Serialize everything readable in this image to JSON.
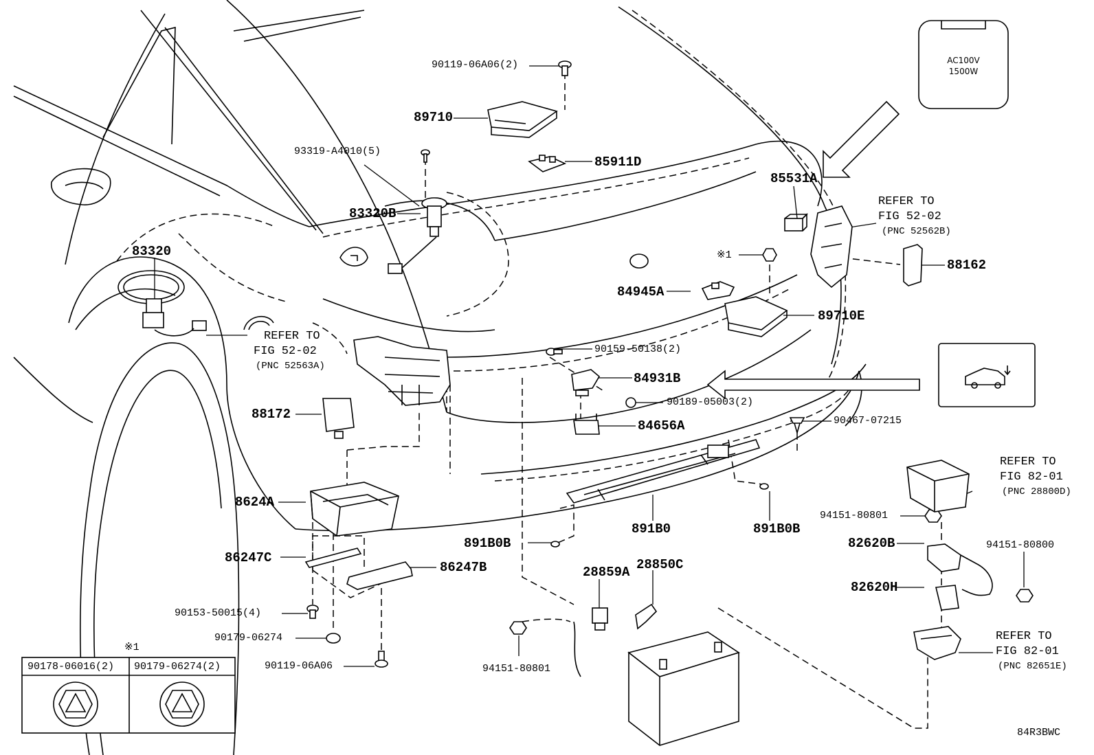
{
  "diagram": {
    "id": "84R3BWC",
    "inset_note_symbol": "※1",
    "part_labels": [
      {
        "key": "p1",
        "text": "90119-06A06(2)"
      },
      {
        "key": "p2",
        "text": "89710"
      },
      {
        "key": "p3",
        "text": "93319-A4010(5)"
      },
      {
        "key": "p4",
        "text": "85911D"
      },
      {
        "key": "p5",
        "text": "83320B"
      },
      {
        "key": "p6",
        "text": "85531A"
      },
      {
        "key": "p7",
        "text": "83320"
      },
      {
        "key": "p8",
        "text": "※1"
      },
      {
        "key": "p9",
        "text": "88162"
      },
      {
        "key": "p10",
        "text": "84945A"
      },
      {
        "key": "p11",
        "text": "89710E"
      },
      {
        "key": "p12",
        "text": "90159-50138(2)"
      },
      {
        "key": "p13",
        "text": "84931B"
      },
      {
        "key": "p14",
        "text": "90189-05003(2)"
      },
      {
        "key": "p15",
        "text": "88172"
      },
      {
        "key": "p16",
        "text": "84656A"
      },
      {
        "key": "p17",
        "text": "90467-07215"
      },
      {
        "key": "p18",
        "text": "8624A"
      },
      {
        "key": "p19",
        "text": "891B0"
      },
      {
        "key": "p20",
        "text": "891B0B"
      },
      {
        "key": "p21",
        "text": "891B0B"
      },
      {
        "key": "p22",
        "text": "94151-80801"
      },
      {
        "key": "p23",
        "text": "86247C"
      },
      {
        "key": "p24",
        "text": "82620B"
      },
      {
        "key": "p25",
        "text": "94151-80800"
      },
      {
        "key": "p26",
        "text": "86247B"
      },
      {
        "key": "p27",
        "text": "28859A"
      },
      {
        "key": "p28",
        "text": "28850C"
      },
      {
        "key": "p29",
        "text": "82620H"
      },
      {
        "key": "p30",
        "text": "90153-50015(4)"
      },
      {
        "key": "p31",
        "text": "90179-06274"
      },
      {
        "key": "p32",
        "text": "90119-06A06"
      },
      {
        "key": "p33",
        "text": "94151-80801"
      }
    ],
    "refs": [
      {
        "line1": "REFER TO",
        "line2": "FIG 52-02",
        "line3": "(PNC 52562B)"
      },
      {
        "line1": "REFER TO",
        "line2": "FIG 52-02",
        "line3": "(PNC 52563A)"
      },
      {
        "line1": "REFER TO",
        "line2": "FIG 82-01",
        "line3": "(PNC 28800D)"
      },
      {
        "line1": "REFER TO",
        "line2": "FIG 82-01",
        "line3": "(PNC 82651E)"
      }
    ],
    "outlet_label": {
      "line1": "AC100V",
      "line2": "1500W"
    },
    "inset": {
      "col1": "90178-06016(2)",
      "col2": "90179-06274(2)"
    }
  }
}
